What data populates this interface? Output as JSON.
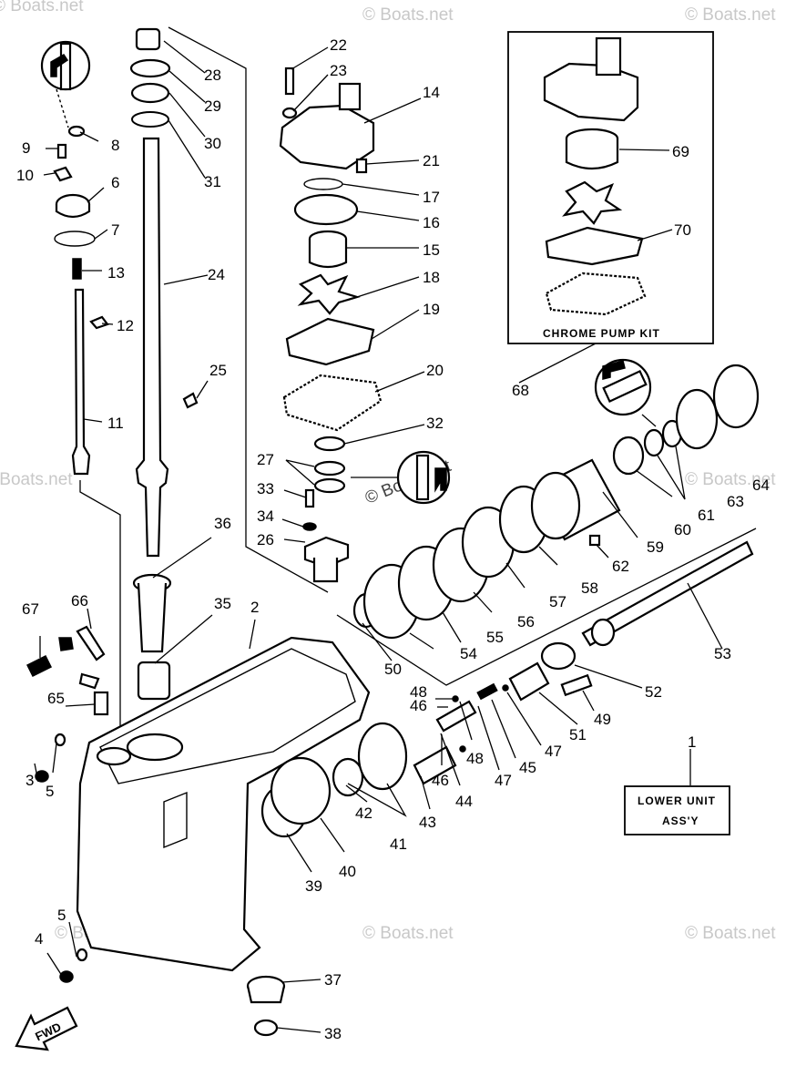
{
  "watermark": "© Boats.net",
  "boxes": {
    "chrome_pump_kit": "CHROME PUMP KIT",
    "lower_unit_line1": "LOWER UNIT",
    "lower_unit_line2": "ASS'Y"
  },
  "fwd_label": "FWD",
  "callouts": {
    "c1": "1",
    "c2": "2",
    "c3": "3",
    "c4": "4",
    "c5a": "5",
    "c5b": "5",
    "c6": "6",
    "c7": "7",
    "c8": "8",
    "c9": "9",
    "c10": "10",
    "c11": "11",
    "c12": "12",
    "c13": "13",
    "c14": "14",
    "c15": "15",
    "c16": "16",
    "c17": "17",
    "c18": "18",
    "c19": "19",
    "c20": "20",
    "c21": "21",
    "c22": "22",
    "c23": "23",
    "c24": "24",
    "c25": "25",
    "c26": "26",
    "c27": "27",
    "c28": "28",
    "c29": "29",
    "c30": "30",
    "c31": "31",
    "c32": "32",
    "c33": "33",
    "c34": "34",
    "c35": "35",
    "c36": "36",
    "c37": "37",
    "c38": "38",
    "c39": "39",
    "c40": "40",
    "c41": "41",
    "c42": "42",
    "c43": "43",
    "c44": "44",
    "c45": "45",
    "c46a": "46",
    "c46b": "46",
    "c47a": "47",
    "c47b": "47",
    "c48a": "48",
    "c48b": "48",
    "c49": "49",
    "c50": "50",
    "c51": "51",
    "c52": "52",
    "c53": "53",
    "c54": "54",
    "c55": "55",
    "c56": "56",
    "c57": "57",
    "c58": "58",
    "c59": "59",
    "c60": "60",
    "c61": "61",
    "c62": "62",
    "c63": "63",
    "c64": "64",
    "c65": "65",
    "c66": "66",
    "c67": "67",
    "c68": "68",
    "c69": "69",
    "c70": "70"
  }
}
